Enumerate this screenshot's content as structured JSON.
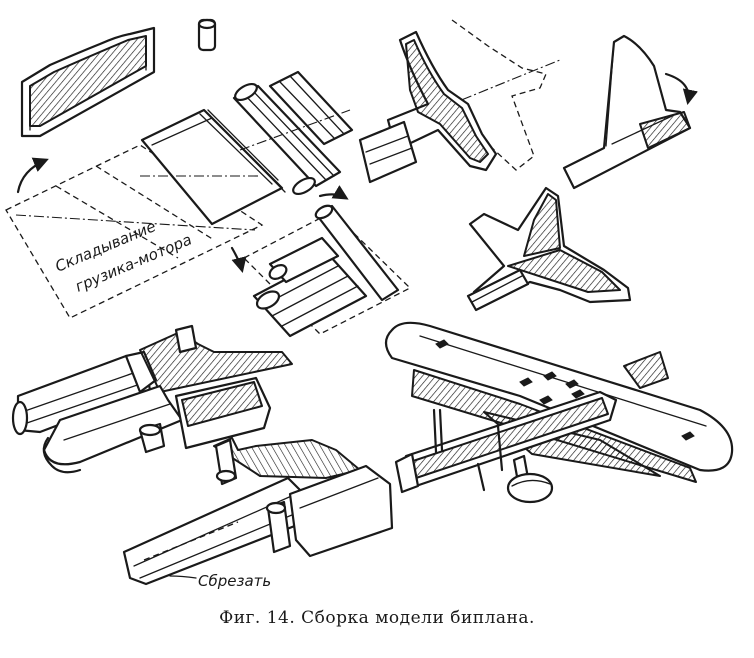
{
  "figure": {
    "caption": "Фиг. 14. Сборка модели биплана.",
    "labels": {
      "fold_line1": "Складывание",
      "fold_line2": "грузика-мотора",
      "cut": "Сбрезать"
    }
  }
}
